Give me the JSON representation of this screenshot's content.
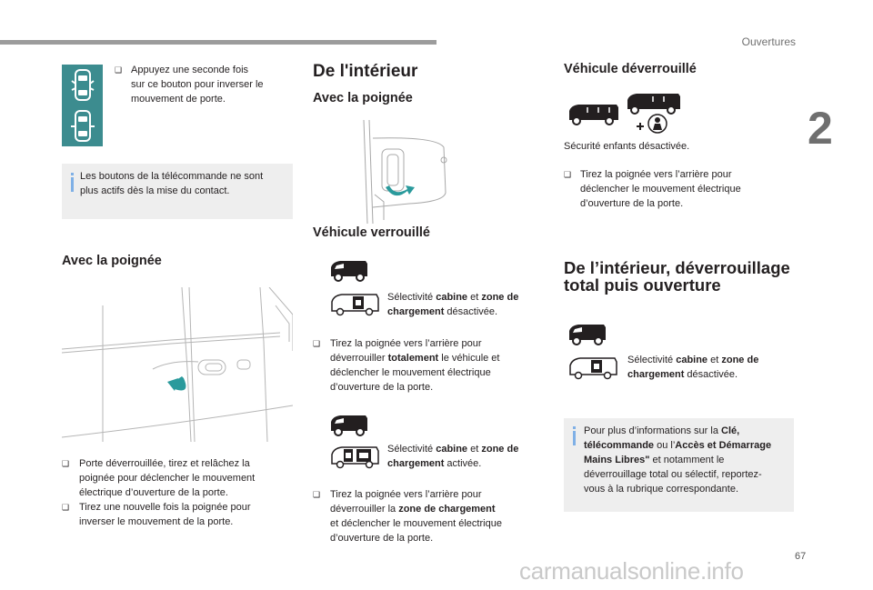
{
  "header": {
    "section_title": "Ouvertures",
    "chapter": "2"
  },
  "footer": {
    "page_number": "67",
    "watermark": "carmanualsonline.info"
  },
  "col1": {
    "bullet_symbol": "❑",
    "remote_para": [
      "Appuyez une seconde fois",
      "sur ce bouton pour inverser le",
      "mouvement de porte."
    ],
    "note_lines": [
      "Les boutons de la télécommande ne sont",
      "plus actifs dès la mise du contact."
    ],
    "heading_handle": "Avec la poignée",
    "bullet1_lines": [
      "Porte déverrouillée, tirez et relâchez la",
      "poignée pour déclencher le mouvement",
      "électrique d’ouverture de la porte."
    ],
    "bullet2_lines": [
      "Tirez une nouvelle fois la poignée pour",
      "inverser le mouvement de la porte."
    ]
  },
  "col2": {
    "heading_interior": "De l'intérieur",
    "heading_handle": "Avec la poignée",
    "heading_locked": "Véhicule verrouillé",
    "sel1": {
      "a": "Sélectivité ",
      "b1": "cabine",
      "c": " et ",
      "b2": "zone de",
      "b3": "chargement",
      "d": " désactivée."
    },
    "bullet1": {
      "l1": "Tirez la poignée vers l’arrière pour",
      "l2a": "déverrouiller ",
      "l2b": "totalement",
      "l2c": " le véhicule et",
      "l3": "déclencher le mouvement électrique",
      "l4": "d’ouverture de la porte."
    },
    "sel2": {
      "a": "Sélectivité ",
      "b1": "cabine",
      "c": " et ",
      "b2": "zone de",
      "b3": "chargement",
      "d": " activée."
    },
    "bullet2": {
      "l1": "Tirez la poignée vers l’arrière pour",
      "l2a": "déverrouiller la ",
      "l2b": "zone de chargement",
      "l3": "et déclencher le mouvement électrique",
      "l4": "d’ouverture de la porte."
    }
  },
  "col3": {
    "heading_unlocked": "Véhicule déverrouillé",
    "child_safety": "Sécurité enfants désactivée.",
    "bullet1_lines": [
      "Tirez la poignée vers l’arrière pour",
      "déclencher le mouvement électrique",
      "d’ouverture de la porte."
    ],
    "heading_total_l1": "De l’intérieur, déverrouillage",
    "heading_total_l2": "total puis ouverture",
    "sel3": {
      "a": "Sélectivité ",
      "b1": "cabine",
      "c": " et ",
      "b2": "zone de",
      "b3": "chargement",
      "d": " désactivée."
    },
    "note": {
      "l1a": "Pour plus d’informations sur la ",
      "l1b": "Clé,",
      "l2a": "télécommande",
      "l2b": " ou l’",
      "l2c": "Accès et Démarrage",
      "l3a": "Mains Libres\"",
      "l3b": " et notamment le",
      "l4": "déverrouillage total ou sélectif, reportez-",
      "l5": "vous à la rubrique correspondante."
    }
  },
  "colors": {
    "teal": "#3c8c8f",
    "note_bg": "#eeeeee",
    "info_blue": "#7fb0e6",
    "arrow_teal": "#2a9a9c"
  },
  "icons": [
    "van-lock-icon",
    "van-unlock-icon",
    "van-side-icon",
    "lock-panel-icon",
    "child-safety-icon",
    "info-icon",
    "door-handle-arrow-icon"
  ]
}
